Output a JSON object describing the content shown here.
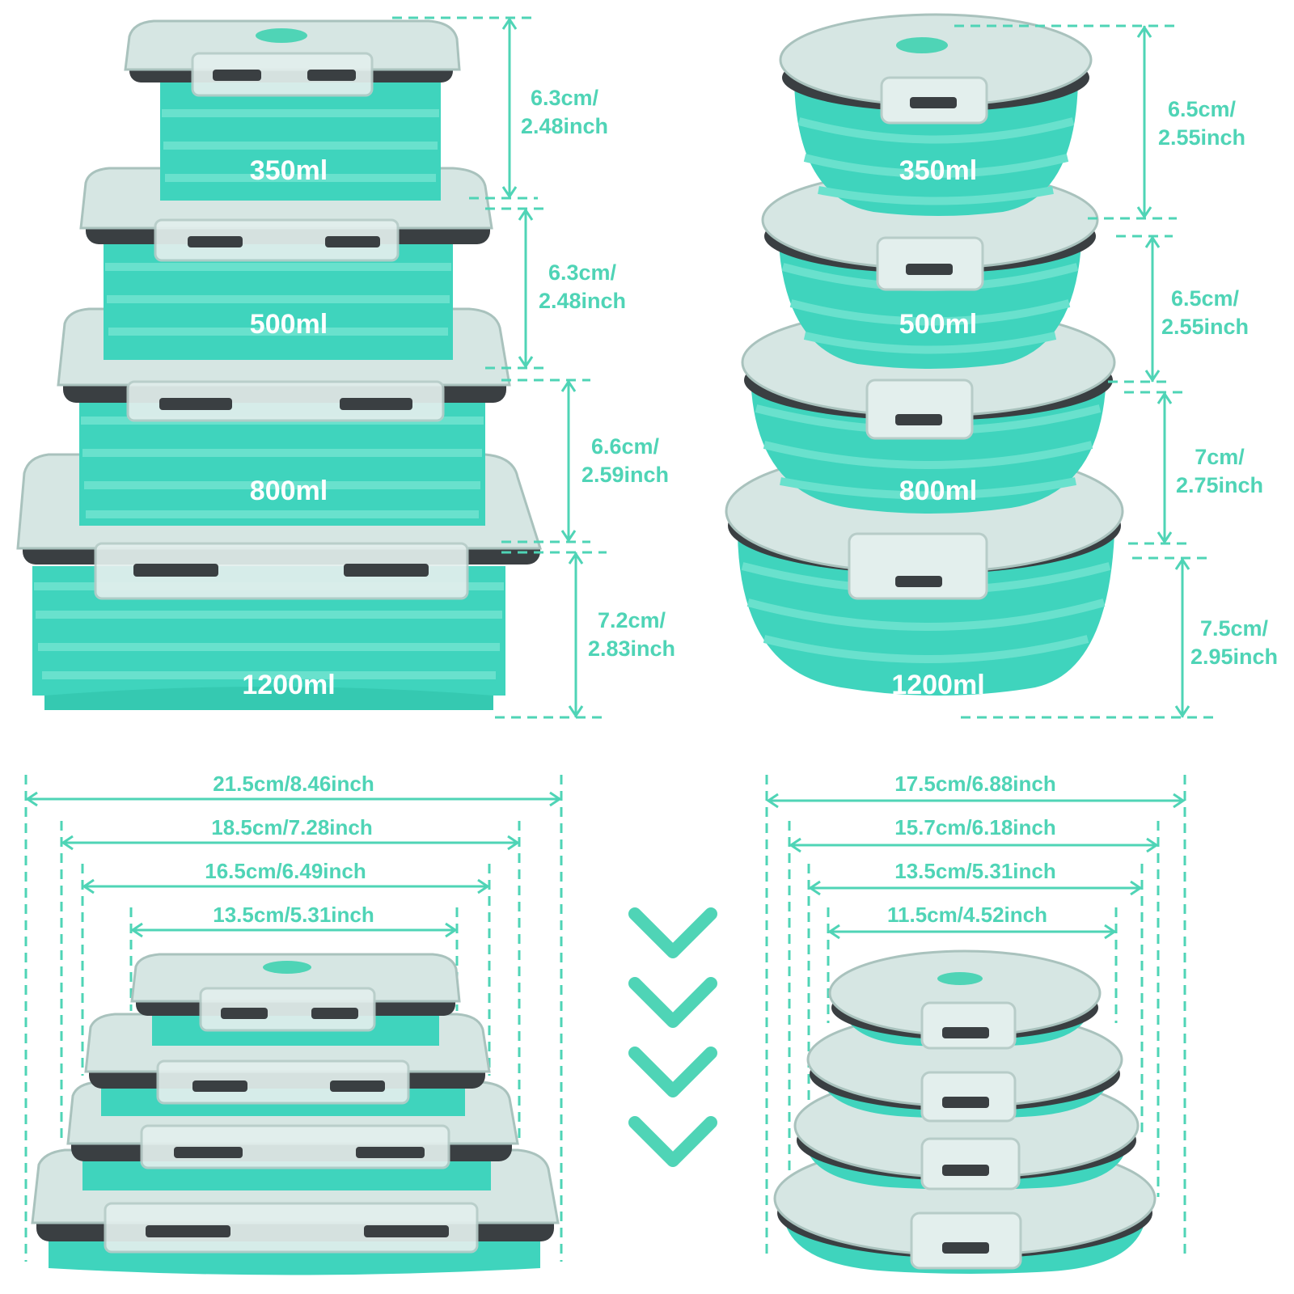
{
  "colors": {
    "accent": "#4fd4b6",
    "teal_body": "#3fd4bd",
    "teal_light": "#7ee6d4",
    "teal_dark": "#2ab79f",
    "gasket": "#3a3f42",
    "lid": "#d6e6e3",
    "lid_edge": "#a9c2bd",
    "label_text": "#ffffff"
  },
  "capacities": {
    "rect": [
      "350ml",
      "500ml",
      "800ml",
      "1200ml"
    ],
    "round": [
      "350ml",
      "500ml",
      "800ml",
      "1200ml"
    ]
  },
  "heights": {
    "rect": [
      {
        "cm": "6.3cm/",
        "inch": "2.48inch"
      },
      {
        "cm": "6.3cm/",
        "inch": "2.48inch"
      },
      {
        "cm": "6.6cm/",
        "inch": "2.59inch"
      },
      {
        "cm": "7.2cm/",
        "inch": "2.83inch"
      }
    ],
    "round": [
      {
        "cm": "6.5cm/",
        "inch": "2.55inch"
      },
      {
        "cm": "6.5cm/",
        "inch": "2.55inch"
      },
      {
        "cm": "7cm/",
        "inch": "2.75inch"
      },
      {
        "cm": "7.5cm/",
        "inch": "2.95inch"
      }
    ]
  },
  "widths": {
    "rect": [
      "21.5cm/8.46inch",
      "18.5cm/7.28inch",
      "16.5cm/6.49inch",
      "13.5cm/5.31inch"
    ],
    "round": [
      "17.5cm/6.88inch",
      "15.7cm/6.18inch",
      "13.5cm/5.31inch",
      "11.5cm/4.52inch"
    ]
  },
  "middle_icon": "chevron-down-icon"
}
